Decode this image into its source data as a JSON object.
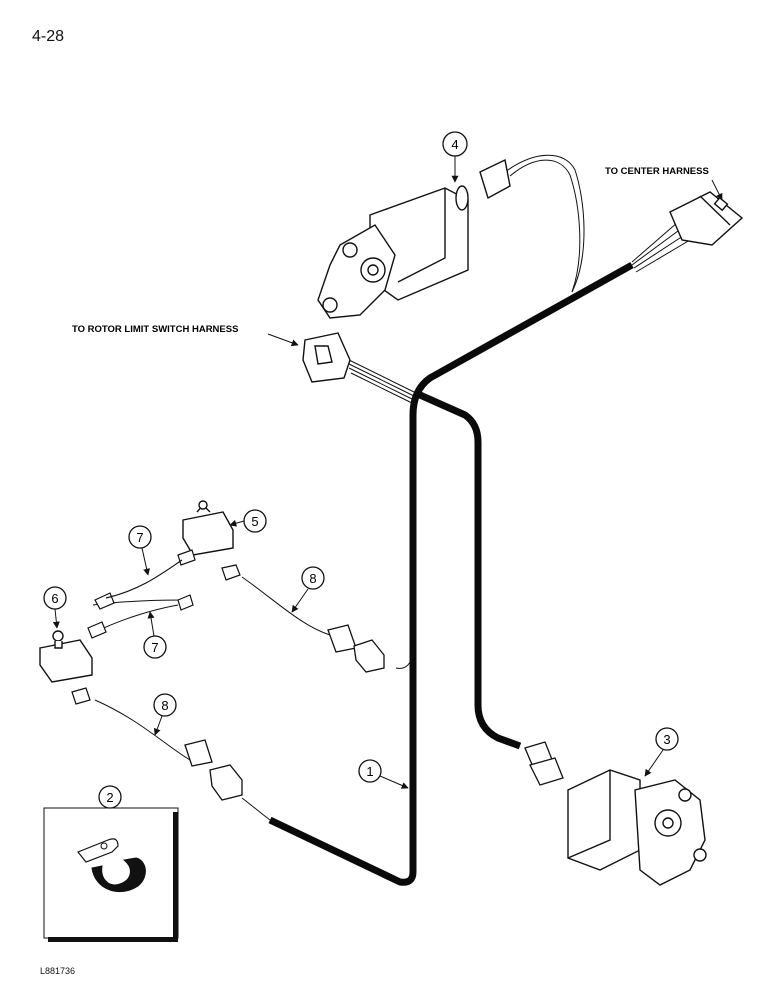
{
  "page_number": "4-28",
  "figure_id": "L881736",
  "labels": {
    "center_harness": "TO CENTER HARNESS",
    "rotor_limit": "TO ROTOR LIMIT SWITCH HARNESS"
  },
  "callouts": [
    "1",
    "2",
    "3",
    "4",
    "5",
    "6",
    "7",
    "7",
    "8",
    "8"
  ],
  "colors": {
    "ink": "#111111",
    "harness": "#0a0a0a",
    "paper": "#ffffff"
  }
}
